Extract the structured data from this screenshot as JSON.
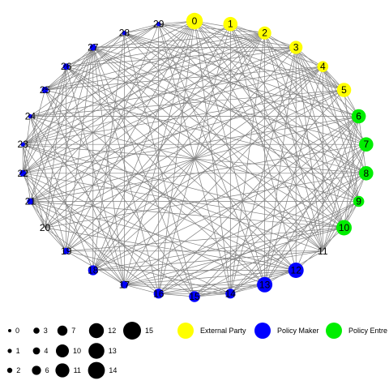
{
  "network": {
    "groups": {
      "external": {
        "name": "External Party",
        "color": "#ffff00"
      },
      "policymaker": {
        "name": "Policy Maker",
        "color": "#0000ff"
      },
      "entrepreneur": {
        "name": "Policy Entre",
        "color": "#00ee00"
      }
    },
    "nodes": [
      {
        "id": "0",
        "group": "external",
        "degree": 12
      },
      {
        "id": "1",
        "group": "external",
        "degree": 10
      },
      {
        "id": "2",
        "group": "external",
        "degree": 9
      },
      {
        "id": "3",
        "group": "external",
        "degree": 9
      },
      {
        "id": "4",
        "group": "external",
        "degree": 7
      },
      {
        "id": "5",
        "group": "external",
        "degree": 10
      },
      {
        "id": "6",
        "group": "entrepreneur",
        "degree": 10
      },
      {
        "id": "7",
        "group": "entrepreneur",
        "degree": 10
      },
      {
        "id": "8",
        "group": "entrepreneur",
        "degree": 10
      },
      {
        "id": "9",
        "group": "entrepreneur",
        "degree": 7
      },
      {
        "id": "10",
        "group": "entrepreneur",
        "degree": 11
      },
      {
        "id": "11",
        "group": "entrepreneur",
        "degree": 0
      },
      {
        "id": "12",
        "group": "policymaker",
        "degree": 11
      },
      {
        "id": "13",
        "group": "policymaker",
        "degree": 11
      },
      {
        "id": "14",
        "group": "policymaker",
        "degree": 6
      },
      {
        "id": "15",
        "group": "policymaker",
        "degree": 7
      },
      {
        "id": "16",
        "group": "policymaker",
        "degree": 6
      },
      {
        "id": "17",
        "group": "policymaker",
        "degree": 4
      },
      {
        "id": "18",
        "group": "policymaker",
        "degree": 6
      },
      {
        "id": "19",
        "group": "policymaker",
        "degree": 3
      },
      {
        "id": "20",
        "group": "policymaker",
        "degree": 0
      },
      {
        "id": "21",
        "group": "policymaker",
        "degree": 3
      },
      {
        "id": "22",
        "group": "policymaker",
        "degree": 3
      },
      {
        "id": "23",
        "group": "policymaker",
        "degree": 1
      },
      {
        "id": "24",
        "group": "policymaker",
        "degree": 1
      },
      {
        "id": "25",
        "group": "policymaker",
        "degree": 3
      },
      {
        "id": "26",
        "group": "policymaker",
        "degree": 3
      },
      {
        "id": "27",
        "group": "policymaker",
        "degree": 3
      },
      {
        "id": "28",
        "group": "policymaker",
        "degree": 1
      },
      {
        "id": "29",
        "group": "policymaker",
        "degree": 1
      }
    ],
    "edge_color": "#808080"
  },
  "legend": {
    "sizes": [
      "0",
      "1",
      "2",
      "3",
      "4",
      "6",
      "7",
      "10",
      "11",
      "12",
      "13",
      "14",
      "15"
    ],
    "groups": [
      {
        "label": "External Party",
        "color": "#ffff00"
      },
      {
        "label": "Policy Maker",
        "color": "#0000ff"
      },
      {
        "label": "Policy Entre",
        "color": "#00ee00"
      }
    ]
  }
}
